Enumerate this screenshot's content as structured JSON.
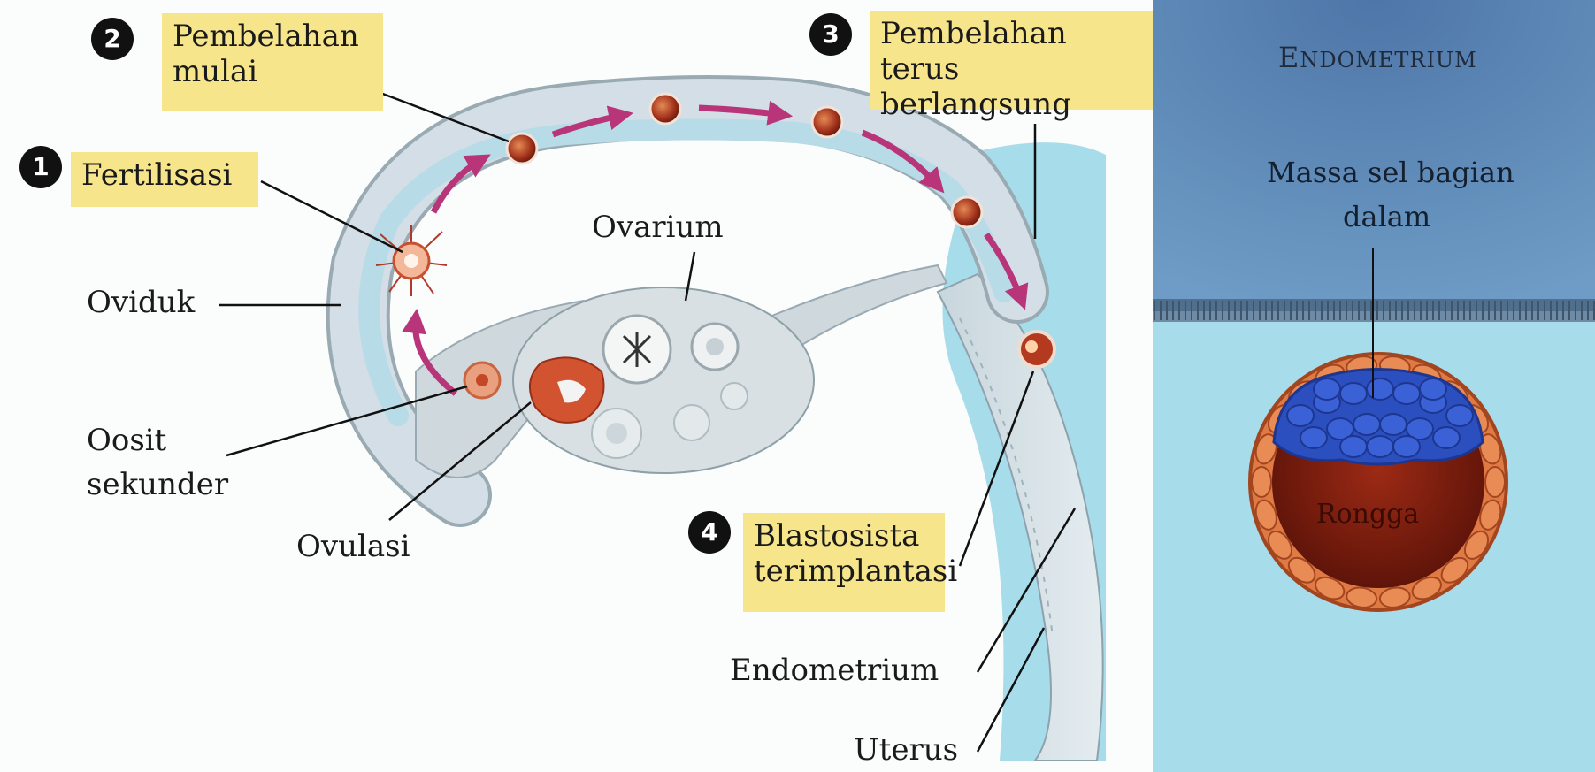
{
  "steps": [
    {
      "number": "1",
      "label": "Fertilisasi"
    },
    {
      "number": "2",
      "label_line1": "Pembelahan",
      "label_line2": "mulai"
    },
    {
      "number": "3",
      "label_line1": "Pembelahan",
      "label_line2": "terus berlangsung"
    },
    {
      "number": "4",
      "label_line1": "Blastosista",
      "label_line2": "terimplantasi"
    }
  ],
  "labels": {
    "ovarium": "Ovarium",
    "oviduk": "Oviduk",
    "oosit_line1": "Oosit",
    "oosit_line2": "sekunder",
    "ovulasi": "Ovulasi",
    "endometrium": "Endometrium",
    "uterus": "Uterus"
  },
  "inset": {
    "heading_initial": "E",
    "heading_rest": "NDOMETRIUM",
    "inner_mass_line1": "Massa sel bagian",
    "inner_mass_line2": "dalam",
    "cavity": "Rongga"
  },
  "colors": {
    "label_box": "#f6e58a",
    "tube": "#d3dee6",
    "tube_lumen": "#b7dbe7",
    "arrow": "#b8357a",
    "uterine_fluid": "#a7dcea",
    "inset_endometrium": "#5b85b4",
    "inner_cell_mass": "#2c4fbf",
    "trophoblast": "#d9743e",
    "cavity": "#7e1c0d"
  },
  "icons": [
    "numbered-badge",
    "flow-arrow",
    "embryo-cell",
    "follicle"
  ]
}
